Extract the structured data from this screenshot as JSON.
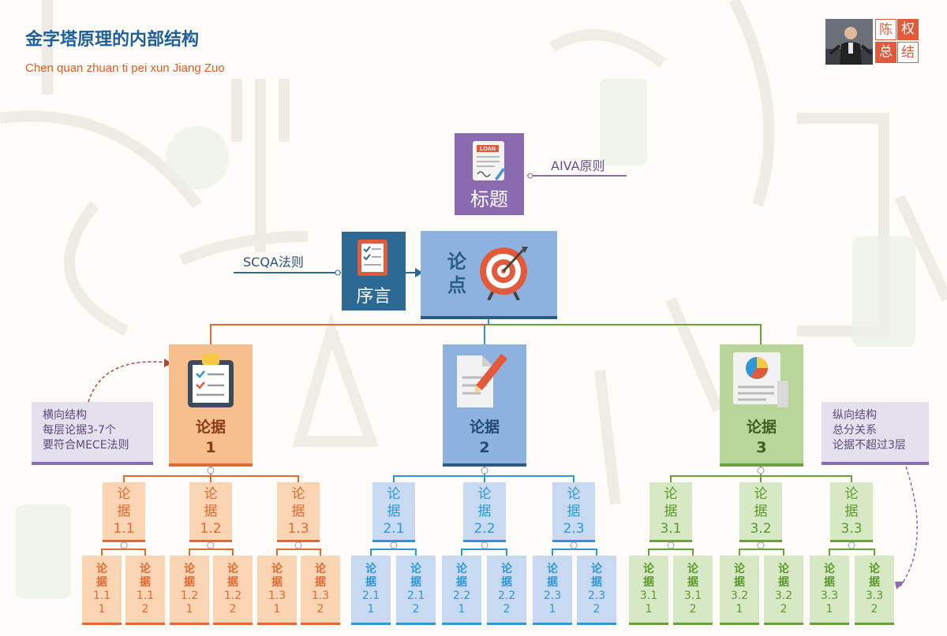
{
  "header": {
    "title": "金字塔原理的内部结构",
    "subtitle": "Chen quan zhuan ti pei xun Jiang Zuo"
  },
  "logo": {
    "chars": [
      "陈",
      "权",
      "总",
      "结"
    ]
  },
  "title_node": {
    "badge": "LOAN",
    "label": "标题",
    "rule": "AIVA原则"
  },
  "preface_node": {
    "label": "序言",
    "rule": "SCQA法则"
  },
  "point_node": {
    "label_top": "论",
    "label_bottom": "点"
  },
  "notes": {
    "left": [
      "横向结构",
      "每层论据3-7个",
      "要符合MECE法则"
    ],
    "right": [
      "纵向结构",
      "总分关系",
      "论据不超过3层"
    ]
  },
  "evidence": [
    {
      "label": "论据",
      "num": "1",
      "children": [
        {
          "top": "论",
          "mid": "据",
          "num": "1.1",
          "leaves": [
            [
              "论",
              "据",
              "1.1",
              "1"
            ],
            [
              "论",
              "据",
              "1.1",
              "2"
            ]
          ]
        },
        {
          "top": "论",
          "mid": "据",
          "num": "1.2",
          "leaves": [
            [
              "论",
              "据",
              "1.2",
              "1"
            ],
            [
              "论",
              "据",
              "1.2",
              "2"
            ]
          ]
        },
        {
          "top": "论",
          "mid": "据",
          "num": "1.3",
          "leaves": [
            [
              "论",
              "据",
              "1.3",
              "1"
            ],
            [
              "论",
              "据",
              "1.3",
              "2"
            ]
          ]
        }
      ]
    },
    {
      "label": "论据",
      "num": "2",
      "children": [
        {
          "top": "论",
          "mid": "据",
          "num": "2.1",
          "leaves": [
            [
              "论",
              "据",
              "2.1",
              "1"
            ],
            [
              "论",
              "据",
              "2.1",
              "2"
            ]
          ]
        },
        {
          "top": "论",
          "mid": "据",
          "num": "2.2",
          "leaves": [
            [
              "论",
              "据",
              "2.2",
              "1"
            ],
            [
              "论",
              "据",
              "2.2",
              "2"
            ]
          ]
        },
        {
          "top": "论",
          "mid": "据",
          "num": "2.3",
          "leaves": [
            [
              "论",
              "据",
              "2.3",
              "1"
            ],
            [
              "论",
              "据",
              "2.3",
              "2"
            ]
          ]
        }
      ]
    },
    {
      "label": "论据",
      "num": "3",
      "children": [
        {
          "top": "论",
          "mid": "据",
          "num": "3.1",
          "leaves": [
            [
              "论",
              "据",
              "3.1",
              "1"
            ],
            [
              "论",
              "据",
              "3.1",
              "2"
            ]
          ]
        },
        {
          "top": "论",
          "mid": "据",
          "num": "3.2",
          "leaves": [
            [
              "论",
              "据",
              "3.2",
              "1"
            ],
            [
              "论",
              "据",
              "3.2",
              "2"
            ]
          ]
        },
        {
          "top": "论",
          "mid": "据",
          "num": "3.3",
          "leaves": [
            [
              "论",
              "据",
              "3.3",
              "1"
            ],
            [
              "论",
              "据",
              "3.3",
              "2"
            ]
          ]
        }
      ]
    }
  ],
  "colors": {
    "title": "#1f5f9b",
    "subtitle": "#e85a22",
    "purple": "#8a6bb0",
    "preface": "#2d6a93",
    "point": "#8db2e0",
    "branch1": "#f6bf8c",
    "branch1_dark": "#e3692f",
    "branch2": "#8db2e0",
    "branch2_dark": "#2f97d8",
    "branch3": "#b9d59a",
    "branch3_dark": "#6aa23a"
  }
}
